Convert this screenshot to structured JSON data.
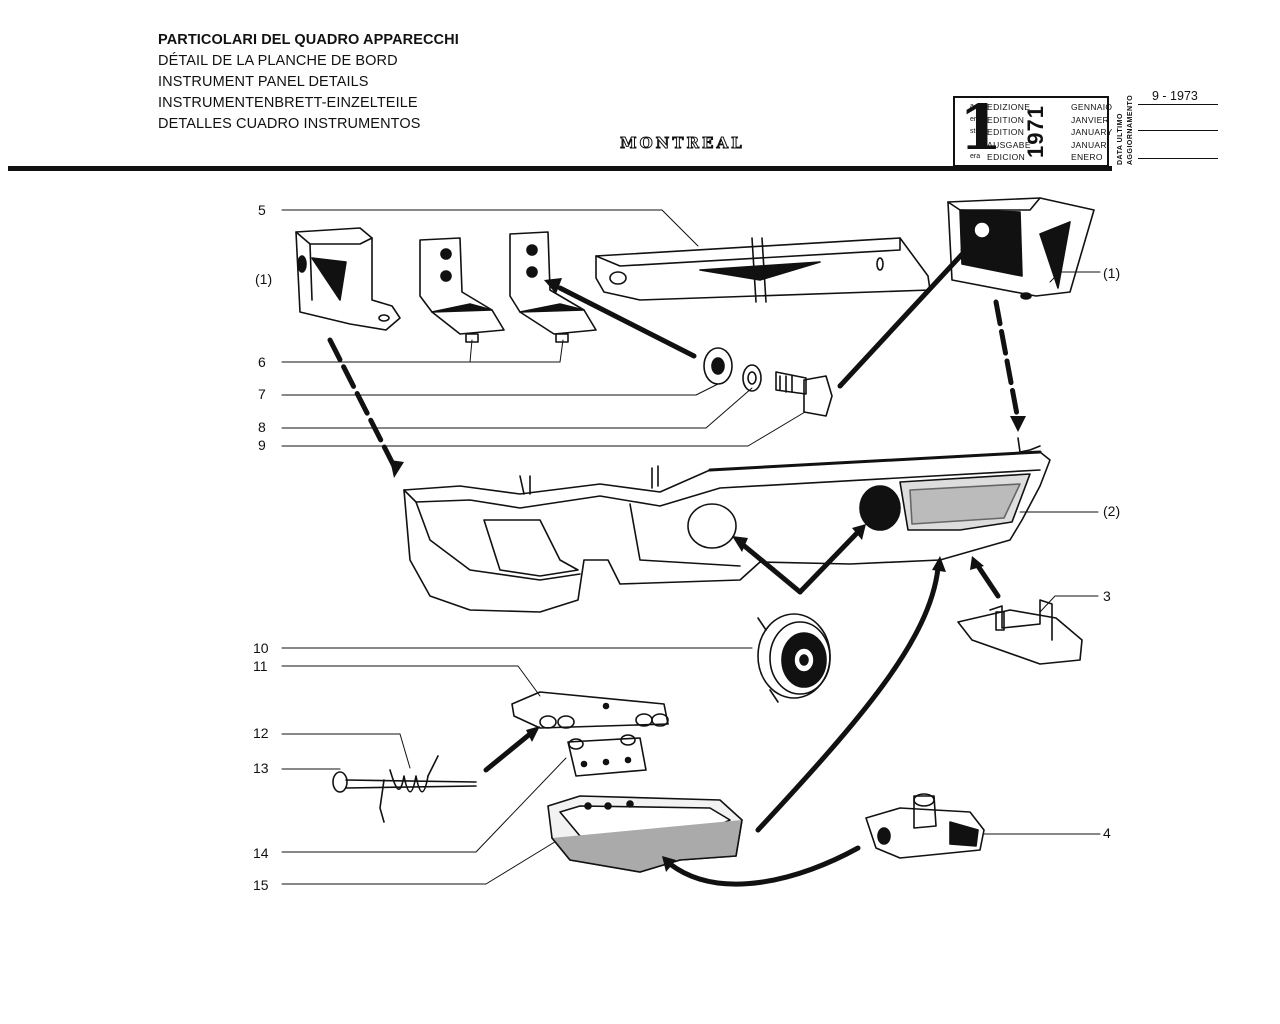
{
  "header": {
    "titles": [
      "PARTICOLARI DEL QUADRO APPARECCHI",
      "DÉTAIL DE LA PLANCHE DE BORD",
      "INSTRUMENT PANEL DETAILS",
      "INSTRUMENTENBRETT-EINZELTEILE",
      "DETALLES CUADRO INSTRUMENTOS"
    ],
    "model": "MONTREAL"
  },
  "edition_box": {
    "number": "1",
    "suffixes": [
      "a",
      "ere",
      "st",
      ".",
      "era"
    ],
    "words": [
      "EDIZIONE",
      "EDITION",
      "EDITION",
      "AUSGABE",
      "EDICION"
    ],
    "year": "1971",
    "months": [
      "GENNAIO",
      "JANVIER",
      "JANUARY",
      "JANUAR",
      "ENERO"
    ]
  },
  "update": {
    "label_line1": "DATA ULTIMO",
    "label_line2": "AGGIORNAMENTO",
    "date": "9 - 1973"
  },
  "callouts": {
    "c5": "5",
    "c1a": "(1)",
    "c1b": "(1)",
    "c6": "6",
    "c7": "7",
    "c8": "8",
    "c9": "9",
    "c2": "(2)",
    "c3": "3",
    "c10": "10",
    "c11": "11",
    "c12": "12",
    "c13": "13",
    "c14": "14",
    "c15": "15",
    "c4": "4"
  }
}
